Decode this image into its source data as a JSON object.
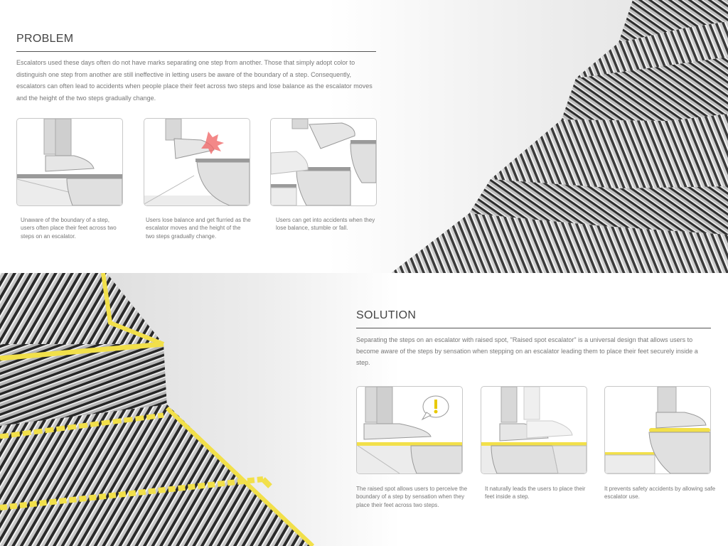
{
  "problem": {
    "heading": "PROBLEM",
    "paragraph": "Escalators used these days often do not have marks separating one step from another. Those that simply adopt color to distinguish one step from another are still ineffective in letting users be aware of the boundary of a step. Consequently, escalators can often lead to accidents when people place their feet across two steps and lose balance as the escalator moves and the height of the two steps gradually change.",
    "captions": [
      "Unaware of the boundary of a step, users often place their feet across two steps on an escalator.",
      "Users lose balance and get flurried as the escalator moves and the height of the two steps gradually change.",
      "Users can get into accidents when they lose balance, stumble or fall."
    ]
  },
  "solution": {
    "heading": "SOLUTION",
    "paragraph": "Separating the steps on an escalator with raised spot, \"Raised spot escalator\" is a universal design that allows users to become aware of the steps by sensation when stepping on an escalator leading them to place their feet securely inside a step.",
    "captions": [
      "The raised spot allows users to perceive the boundary of a step by sensation when they place their feet across two steps.",
      "It naturally leads the users to place their feet inside a step.",
      "It prevents safety accidents by allowing safe escalator use."
    ]
  },
  "colors": {
    "accent_yellow": "#f2e04a",
    "impact_red": "#f06a6a",
    "metal": "#8a8a8a"
  },
  "icons": [
    "exclamation-bubble-icon",
    "impact-burst-icon"
  ]
}
